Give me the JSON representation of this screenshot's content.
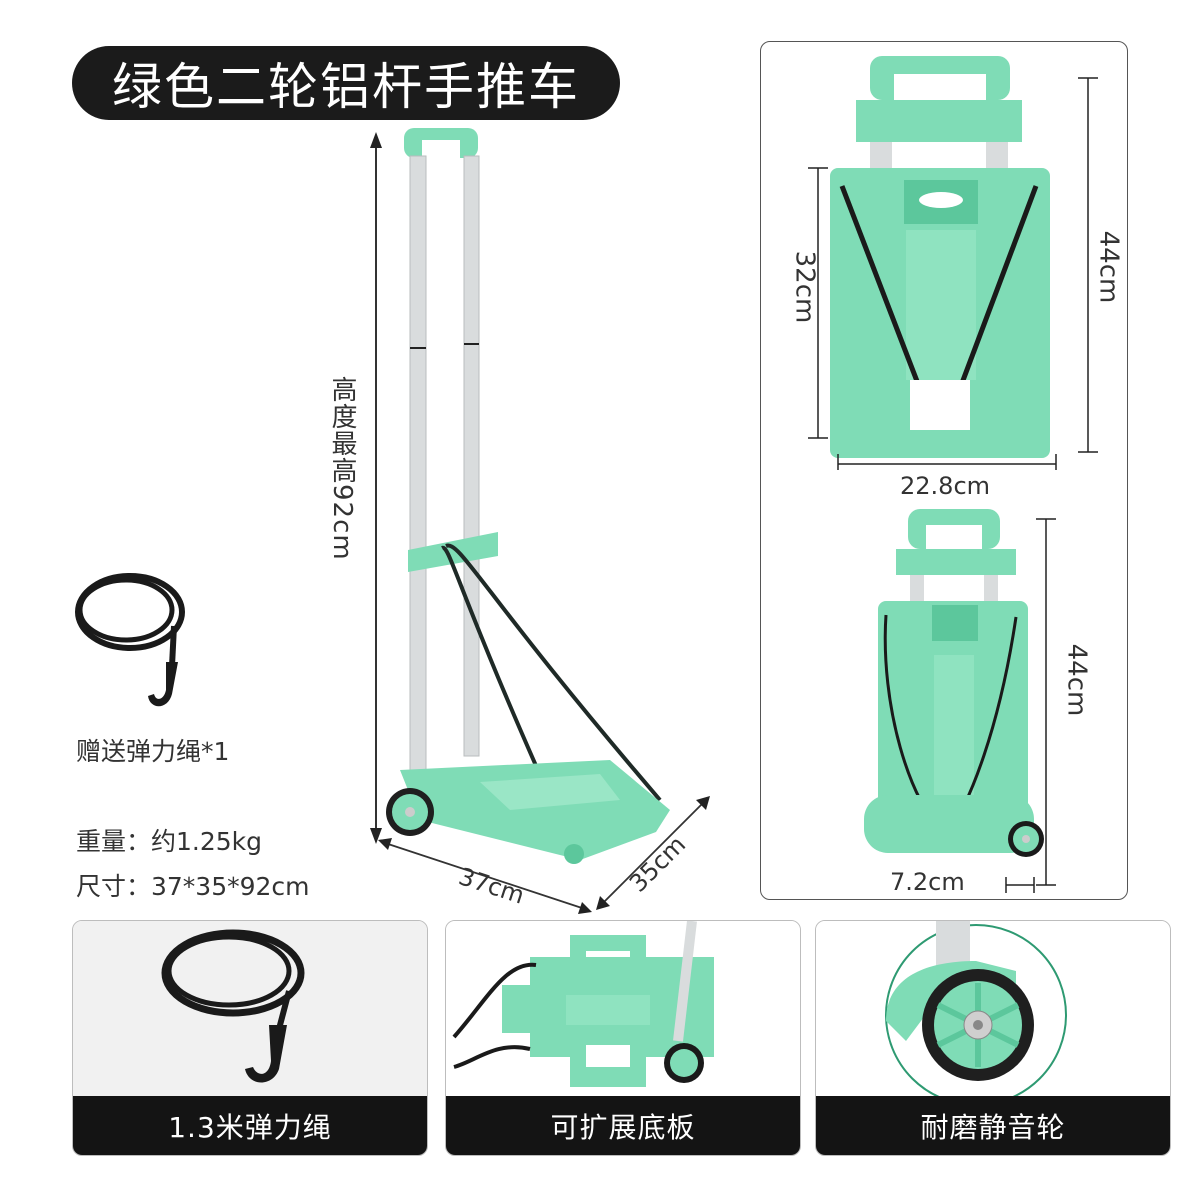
{
  "title": "绿色二轮铝杆手推车",
  "main_product": {
    "height_label": "高度最高92cm",
    "length_label": "37cm",
    "width_label": "35cm"
  },
  "gift": {
    "label": "赠送弹力绳*1"
  },
  "specs": {
    "weight": "重量：约1.25kg",
    "size": "尺寸：37*35*92cm"
  },
  "folded_front": {
    "height_label": "32cm",
    "total_height_label": "44cm",
    "width_label": "22.8cm"
  },
  "folded_side": {
    "height_label": "44cm",
    "depth_label": "7.2cm"
  },
  "feature_cards": [
    {
      "label": "1.3米弹力绳",
      "icon": "bungee-cord-icon"
    },
    {
      "label": "可扩展底板",
      "icon": "expandable-base-icon"
    },
    {
      "label": "耐磨静音轮",
      "icon": "silent-wheel-icon"
    }
  ],
  "colors": {
    "mint_green": "#7fdcb6",
    "mint_dark": "#5cc79c",
    "pill_black": "#1b1b1b",
    "aluminum": "#d9dcdd",
    "cord_black": "#1f2a27"
  }
}
